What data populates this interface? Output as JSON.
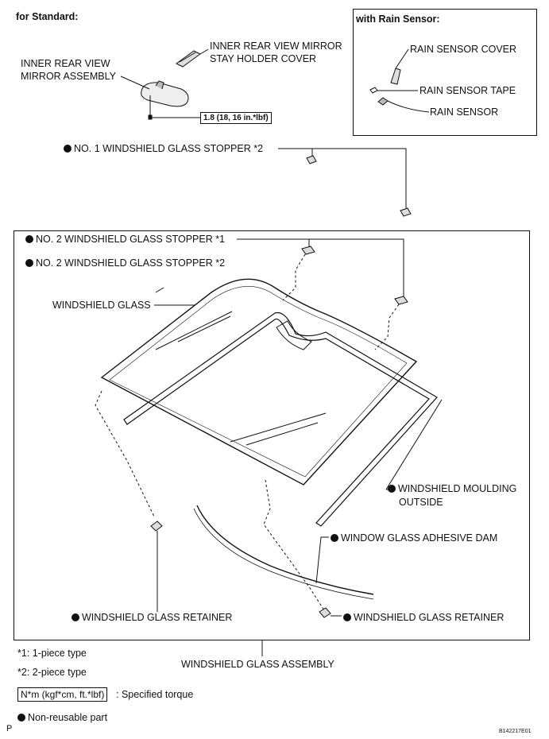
{
  "header": {
    "standard_label": "for Standard:"
  },
  "rain_sensor_box": {
    "title": "with Rain Sensor:",
    "cover": "RAIN SENSOR COVER",
    "tape": "RAIN SENSOR TAPE",
    "sensor": "RAIN SENSOR"
  },
  "parts": {
    "mirror_stay_cover_1": "INNER REAR VIEW MIRROR",
    "mirror_stay_cover_2": "STAY HOLDER COVER",
    "mirror_assembly_1": "INNER REAR VIEW",
    "mirror_assembly_2": "MIRROR ASSEMBLY",
    "torque_value": "1.8 (18, 16 in.*lbf)",
    "stopper_no1": "NO. 1 WINDSHIELD GLASS STOPPER *2",
    "stopper_no2_a": "NO. 2 WINDSHIELD GLASS STOPPER *1",
    "stopper_no2_b": "NO. 2 WINDSHIELD GLASS STOPPER *2",
    "windshield_glass": "WINDSHIELD GLASS",
    "moulding_1": "WINDSHIELD MOULDING",
    "moulding_2": "OUTSIDE",
    "adhesive_dam": "WINDOW GLASS ADHESIVE DAM",
    "retainer_left": "WINDSHIELD GLASS RETAINER",
    "retainer_right": "WINDSHIELD GLASS RETAINER"
  },
  "assembly_label": "WINDSHIELD GLASS ASSEMBLY",
  "legend": {
    "note1": "*1: 1-piece type",
    "note2": "*2: 2-piece type",
    "torque_box": "N*m (kgf*cm, ft.*lbf)",
    "torque_desc": ": Specified torque",
    "nonreusable": "Non-reusable part"
  },
  "footer": {
    "left_mark": "P",
    "figure_id": "B142217E01"
  }
}
